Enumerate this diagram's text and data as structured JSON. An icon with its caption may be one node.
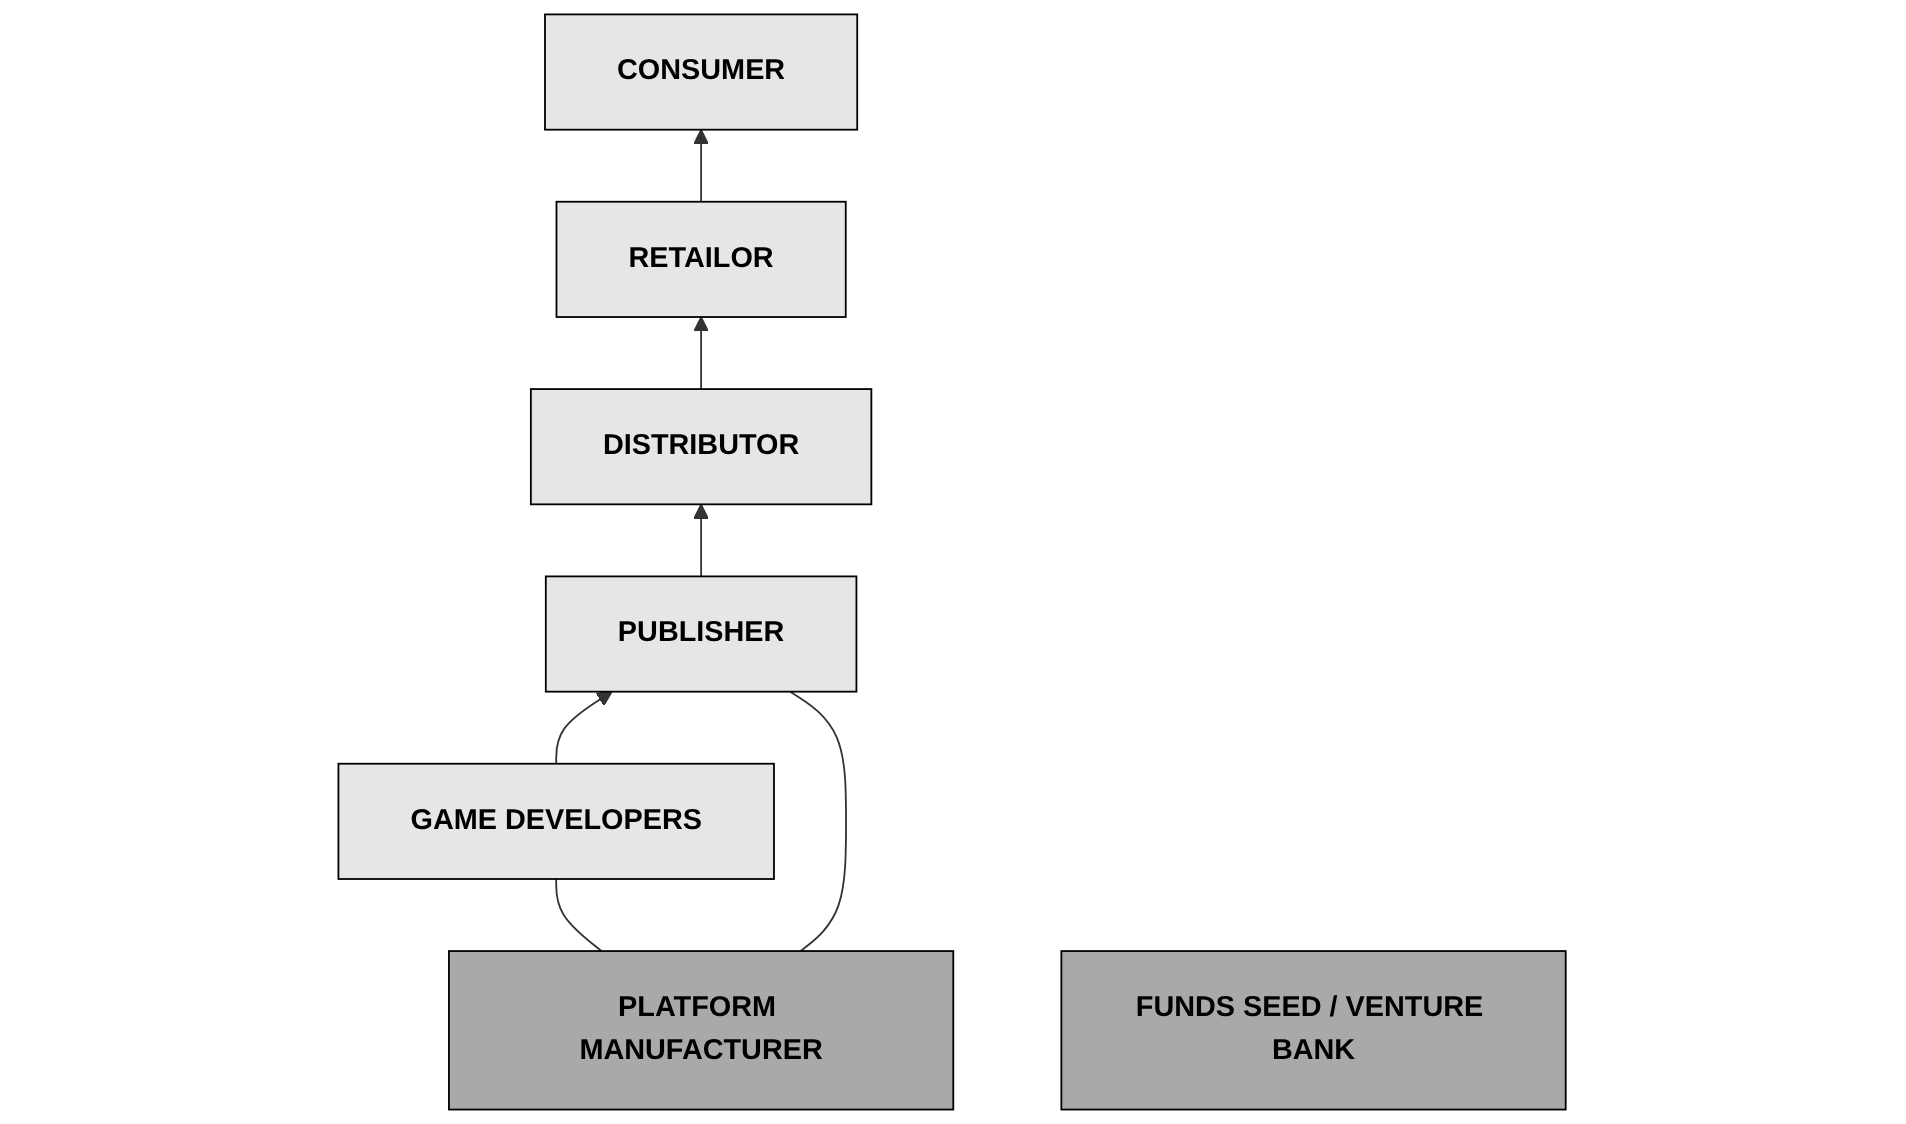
{
  "diagram": {
    "nodes": [
      {
        "text": [
          "CONSUMER"
        ]
      },
      {
        "text": [
          "RETAILOR"
        ]
      },
      {
        "text": [
          "DISTRIBUTOR"
        ]
      },
      {
        "text": [
          "PUBLISHER"
        ]
      },
      {
        "text": [
          "GAME DEVELOPERS"
        ]
      },
      {
        "text": [
          "PLATFORM MANUFACTURER"
        ]
      },
      {
        "text": [
          "FUNDS SEED / VENTURE BANK"
        ]
      }
    ],
    "edges": [
      {
        "from": 4,
        "to": 3,
        "arrow": "to"
      },
      {
        "from": 3,
        "to": 2,
        "arrow": "to"
      },
      {
        "from": 2,
        "to": 1,
        "arrow": "to"
      },
      {
        "from": 1,
        "to": 0,
        "arrow": "to"
      },
      {
        "from": 5,
        "to": 3,
        "arrow": "none"
      },
      {
        "from": 5,
        "to": 4,
        "arrow": "none"
      }
    ]
  }
}
